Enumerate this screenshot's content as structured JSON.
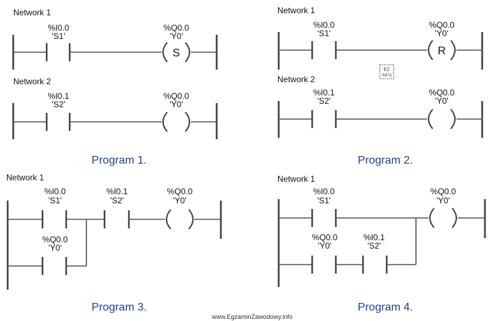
{
  "programs": {
    "p1": {
      "title": "Program 1.",
      "net1": {
        "label": "Network 1",
        "contact_addr": "%I0.0",
        "contact_sym": "'S1'",
        "coil_addr": "%Q0.0",
        "coil_sym": "'Y0'",
        "coil_letter": "S"
      },
      "net2": {
        "label": "Network 2",
        "contact_addr": "%I0.1",
        "contact_sym": "'S2'",
        "coil_addr": "%Q0.0",
        "coil_sym": "'Y0'"
      }
    },
    "p2": {
      "title": "Program 2.",
      "net1": {
        "label": "Network 1",
        "contact_addr": "%I0.0",
        "contact_sym": "'S1'",
        "coil_addr": "%Q0.0",
        "coil_sym": "'Y0'",
        "coil_letter": "R"
      },
      "net2": {
        "label": "Network 2",
        "contact_addr": "%I0.1",
        "contact_sym": "'S2'",
        "coil_addr": "%Q0.0",
        "coil_sym": "'Y0'"
      }
    },
    "p3": {
      "title": "Program 3.",
      "net1": {
        "label": "Network 1",
        "c1_addr": "%I0.0",
        "c1_sym": "'S1'",
        "c2_addr": "%I0.1",
        "c2_sym": "'S2'",
        "c3_addr": "%Q0.0",
        "c3_sym": "'Y0'",
        "coil_addr": "%Q0.0",
        "coil_sym": "'Y0'"
      }
    },
    "p4": {
      "title": "Program 4.",
      "net1": {
        "label": "Network 1",
        "c1_addr": "%I0.0",
        "c1_sym": "'S1'",
        "c2_addr": "%Q0.0",
        "c2_sym": "'Y0'",
        "c3_addr": "%I0.1",
        "c3_sym": "'S2'",
        "coil_addr": "%Q0.0",
        "coil_sym": "'Y0'"
      }
    }
  },
  "logo_text": "EZ INFO",
  "watermark": "www.EgzaminZawodowy.info"
}
